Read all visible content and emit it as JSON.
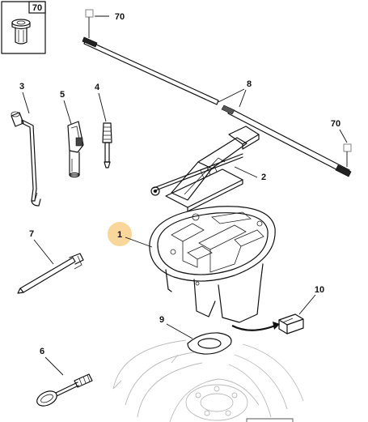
{
  "diagram": {
    "callouts": {
      "inset_70": "70",
      "strap_top_70": "70",
      "strap_right_70": "70",
      "strap_8": "8",
      "tool_3": "3",
      "tool_5": "5",
      "tool_4": "4",
      "jack_2": "2",
      "tray_1": "1",
      "bar_7": "7",
      "block_10": "10",
      "ring_9": "9",
      "eye_6": "6"
    },
    "colors": {
      "highlight": "#f9d79a",
      "line": "#111111"
    },
    "icons": {
      "part_symbol": "square-box-icon"
    }
  }
}
